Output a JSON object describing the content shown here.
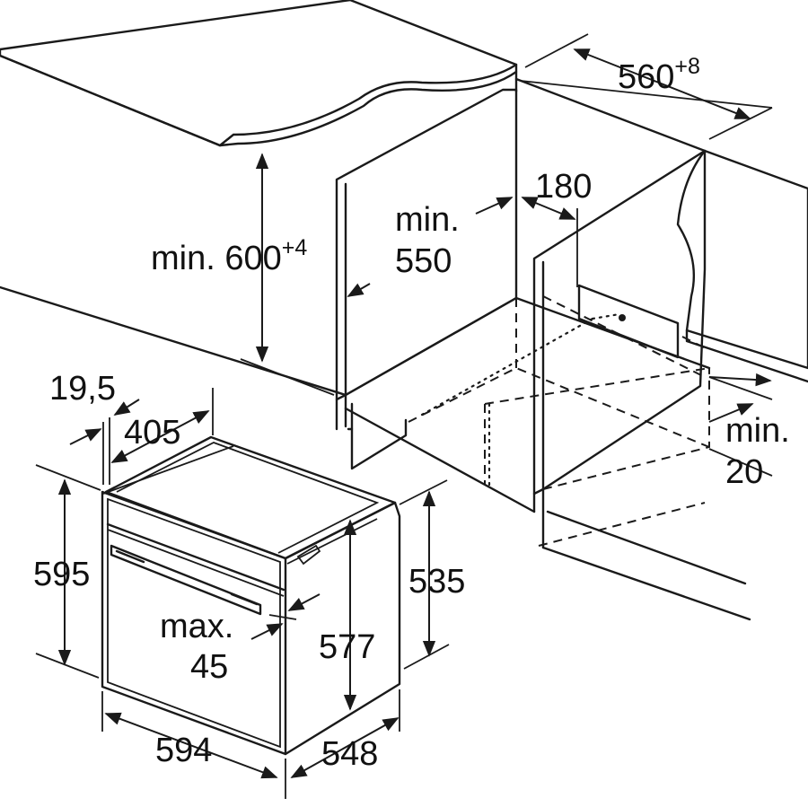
{
  "colors": {
    "line": "#1a1a1a",
    "worktop_fill": "#d9d9d9",
    "hatch": "#1a1a1a",
    "background": "#ffffff"
  },
  "dimensions": {
    "niche_width": {
      "value": "560",
      "tolerance": "+8"
    },
    "niche_height": {
      "prefix": "min. ",
      "value": "600",
      "tolerance": "+4"
    },
    "niche_depth": {
      "line1": "min.",
      "line2": "550"
    },
    "socket_area": "180",
    "rear_gap": {
      "line1": "min.",
      "line2": "20"
    },
    "frame_offset": "19,5",
    "door_depth": "405",
    "oven_height": "595",
    "body_height": "535",
    "inner_height": "577",
    "panel_gap": {
      "line1": "max.",
      "line2": "45"
    },
    "oven_width": "594",
    "oven_depth": "548"
  }
}
